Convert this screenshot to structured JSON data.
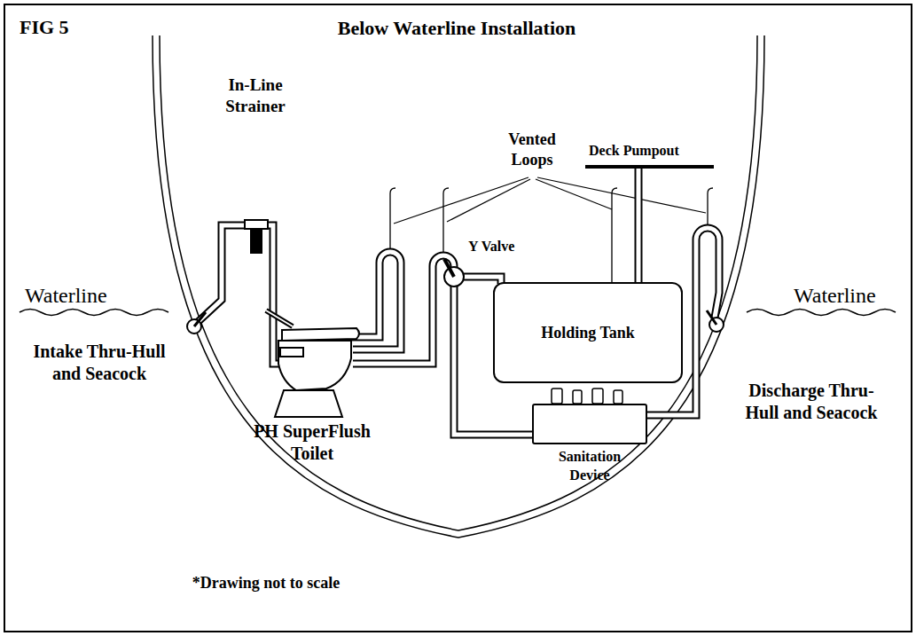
{
  "diagram": {
    "title": "Below Waterline Installation",
    "nodes": [
      {
        "text": [
          "Holding Tank"
        ]
      },
      {
        "text": [
          "Sanitation Device"
        ]
      }
    ],
    "labels": [
      "FIG 5",
      "Vented Loops",
      "Deck Pumpout",
      "In-Line Strainer",
      "Y Valve",
      "Waterline",
      "Waterline",
      "Intake Thru-Hull and Seacock",
      "PH SuperFlush Toilet",
      "Discharge Thru- Hull and Seacock",
      "*Drawing not to scale"
    ]
  }
}
